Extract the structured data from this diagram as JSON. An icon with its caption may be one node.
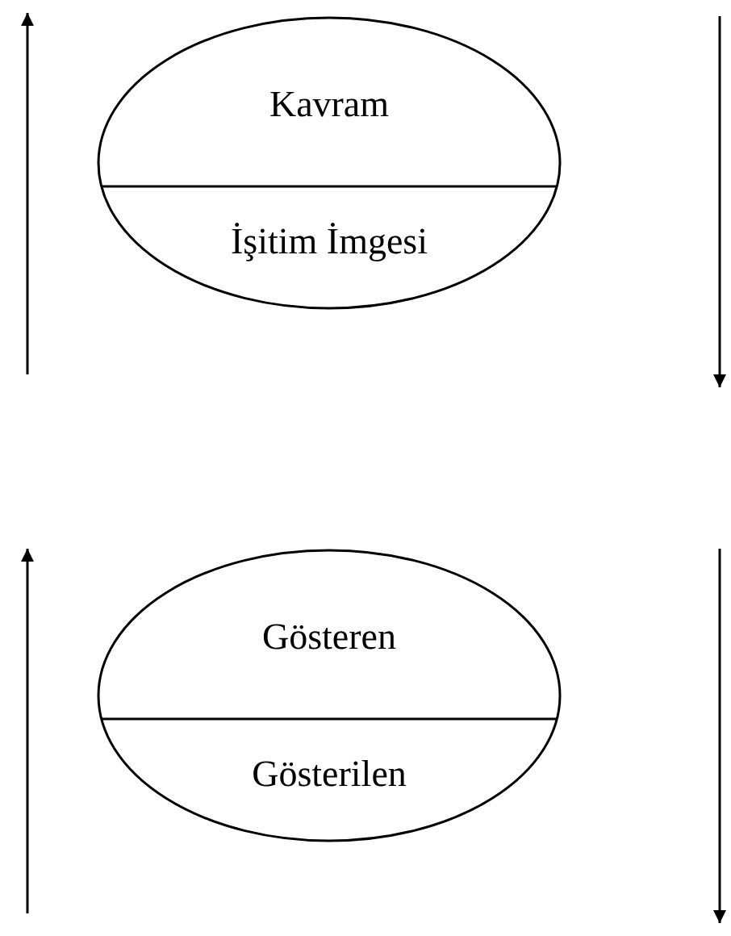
{
  "diagram": {
    "nodes": [
      {
        "text": [
          "Kavram",
          "İşitim İmgesi"
        ]
      },
      {
        "text": [
          "Gösteren",
          "Gösterilen"
        ]
      }
    ]
  }
}
